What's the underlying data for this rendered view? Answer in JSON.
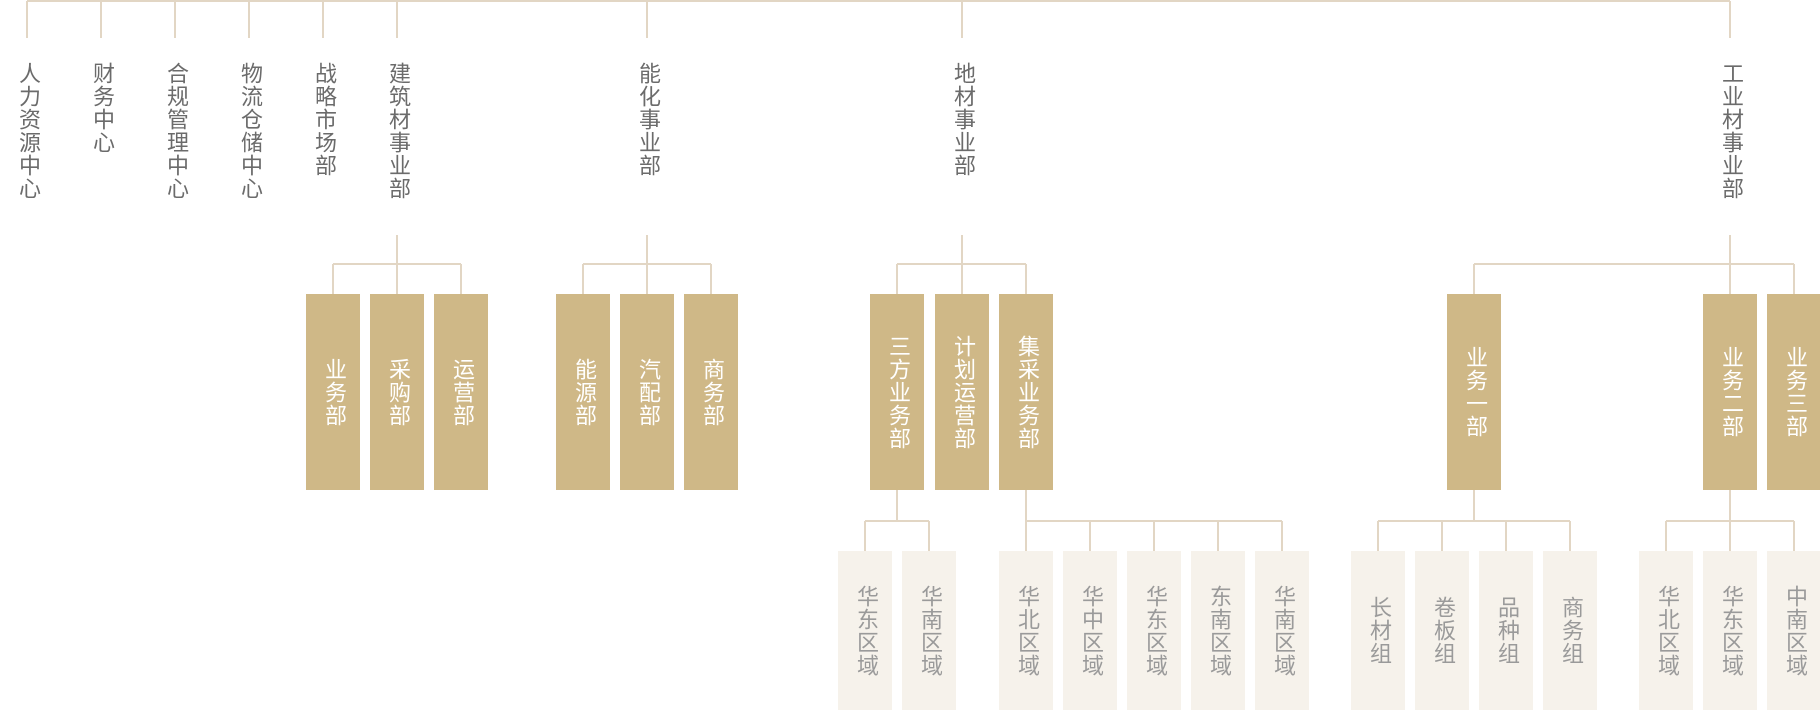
{
  "colors": {
    "line": "#e2d6c4",
    "mid_fill": "#cfb887",
    "mid_text": "#ffffff",
    "leaf_fill": "#f6f2eb",
    "leaf_text": "#9a9a9a",
    "top_text": "#6b6b6b"
  },
  "top": [
    {
      "id": "hr",
      "label": "人力资源中心"
    },
    {
      "id": "fin",
      "label": "财务中心"
    },
    {
      "id": "cmp",
      "label": "合规管理中心"
    },
    {
      "id": "log",
      "label": "物流仓储中心"
    },
    {
      "id": "mkt",
      "label": "战略市场部"
    },
    {
      "id": "bld",
      "label": "建筑材事业部"
    },
    {
      "id": "eng",
      "label": "能化事业部"
    },
    {
      "id": "gnd",
      "label": "地材事业部"
    },
    {
      "id": "ind",
      "label": "工业材事业部"
    }
  ],
  "mid": [
    {
      "id": "bld1",
      "parent": "bld",
      "label": "业务部"
    },
    {
      "id": "bld2",
      "parent": "bld",
      "label": "采购部"
    },
    {
      "id": "bld3",
      "parent": "bld",
      "label": "运营部"
    },
    {
      "id": "eng1",
      "parent": "eng",
      "label": "能源部"
    },
    {
      "id": "eng2",
      "parent": "eng",
      "label": "汽配部"
    },
    {
      "id": "eng3",
      "parent": "eng",
      "label": "商务部"
    },
    {
      "id": "gnd1",
      "parent": "gnd",
      "label": "三方业务部"
    },
    {
      "id": "gnd2",
      "parent": "gnd",
      "label": "计划运营部"
    },
    {
      "id": "gnd3",
      "parent": "gnd",
      "label": "集采业务部"
    },
    {
      "id": "ind1",
      "parent": "ind",
      "label": "业务一部"
    },
    {
      "id": "ind2",
      "parent": "ind",
      "label": "业务二部"
    },
    {
      "id": "ind3",
      "parent": "ind",
      "label": "业务三部"
    }
  ],
  "leaves": [
    {
      "parent": "gnd1",
      "label": "华东区域"
    },
    {
      "parent": "gnd1",
      "label": "华南区域"
    },
    {
      "parent": "gnd3",
      "label": "华北区域"
    },
    {
      "parent": "gnd3",
      "label": "华中区域"
    },
    {
      "parent": "gnd3",
      "label": "华东区域"
    },
    {
      "parent": "gnd3",
      "label": "东南区域"
    },
    {
      "parent": "gnd3",
      "label": "华南区域"
    },
    {
      "parent": "ind1",
      "label": "长材组"
    },
    {
      "parent": "ind1",
      "label": "卷板组"
    },
    {
      "parent": "ind1",
      "label": "品种组"
    },
    {
      "parent": "ind1",
      "label": "商务组"
    },
    {
      "parent": "ind2",
      "label": "华北区域"
    },
    {
      "parent": "ind2",
      "label": "华东区域"
    },
    {
      "parent": "ind2",
      "label": "中南区域"
    }
  ]
}
